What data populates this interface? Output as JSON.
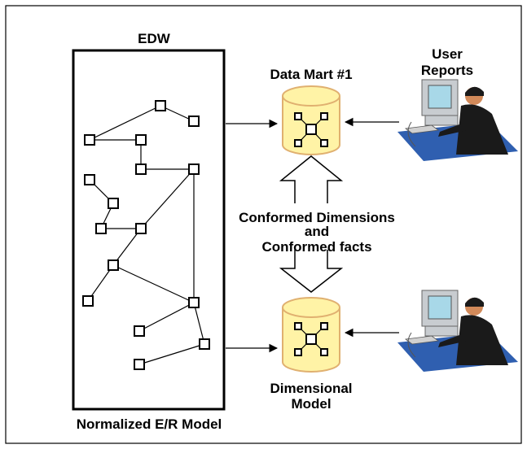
{
  "edw": {
    "title": "EDW",
    "caption": "Normalized E/R Model"
  },
  "data_mart": {
    "title": "Data Mart #1",
    "caption_line1": "Dimensional",
    "caption_line2": "Model"
  },
  "user": {
    "label_line1": "User",
    "label_line2": "Reports"
  },
  "conformed": {
    "line1": "Conformed Dimensions",
    "line2": "and",
    "line3": "Conformed facts"
  },
  "colors": {
    "cylinder_fill": "#fff3a6",
    "cylinder_stroke": "#e0b070",
    "monitor": "#c8ccd0",
    "screen": "#a8d8e8",
    "desk": "#2f5fb0",
    "person_suit": "#1a1a1a",
    "skin": "#d28a5a"
  },
  "icons": [
    "computer-user-icon",
    "database-cylinder-icon",
    "star-schema-icon",
    "double-arrow-icon"
  ]
}
